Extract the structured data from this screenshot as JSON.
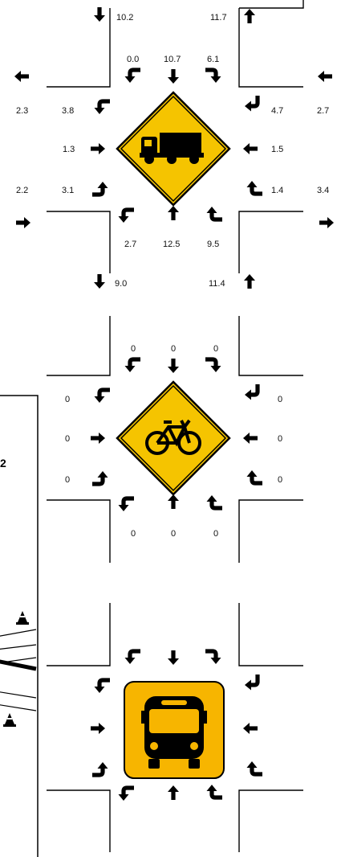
{
  "colors": {
    "sign_yellow": "#f5c400",
    "sign_border": "#000000",
    "bus_orange": "#f7b500",
    "line": "#000000",
    "arrow": "#000000"
  },
  "panels": [
    {
      "sign": "truck-icon",
      "approach_counts": {
        "north": {
          "in_left": "10.2",
          "out_right": "11.7"
        },
        "south": {
          "out_left": "9.0",
          "in_right": "11.4"
        },
        "west": {
          "in_top": "2.3",
          "out_bottom": "2.2"
        },
        "east": {
          "out_top": "2.7",
          "in_bottom": "3.4"
        }
      },
      "movements": {
        "sb_right": "0.0",
        "sb_thru": "10.7",
        "sb_left": "6.1",
        "eb_left": "3.8",
        "eb_thru": "1.3",
        "eb_right": "3.1",
        "wb_right": "4.7",
        "wb_thru": "1.5",
        "wb_left": "1.4",
        "nb_left": "2.7",
        "nb_thru": "12.5",
        "nb_right": "9.5"
      }
    },
    {
      "sign": "bicycle-icon",
      "movements": {
        "sb_right": "0",
        "sb_thru": "0",
        "sb_left": "0",
        "eb_left": "0",
        "eb_thru": "0",
        "eb_right": "0",
        "wb_right": "0",
        "wb_thru": "0",
        "wb_left": "0",
        "nb_left": "0",
        "nb_thru": "0",
        "nb_right": "0"
      }
    },
    {
      "sign": "bus-icon"
    }
  ],
  "overlay_fragment": {
    "digit": "2",
    "icons": [
      "traffic-cone-icon",
      "traffic-cone-icon"
    ]
  }
}
